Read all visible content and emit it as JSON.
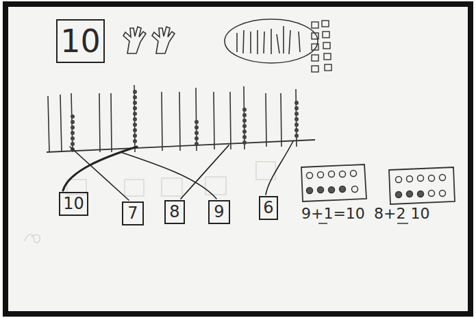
{
  "diagram": {
    "nodes": [
      {
        "text": [
          "10"
        ]
      },
      {
        "text": [
          "10"
        ]
      },
      {
        "text": [
          "7"
        ]
      },
      {
        "text": [
          "8"
        ]
      },
      {
        "text": [
          "9"
        ]
      },
      {
        "text": [
          "6"
        ]
      }
    ],
    "labels": [
      "9+1=10",
      "8+2 10"
    ]
  }
}
